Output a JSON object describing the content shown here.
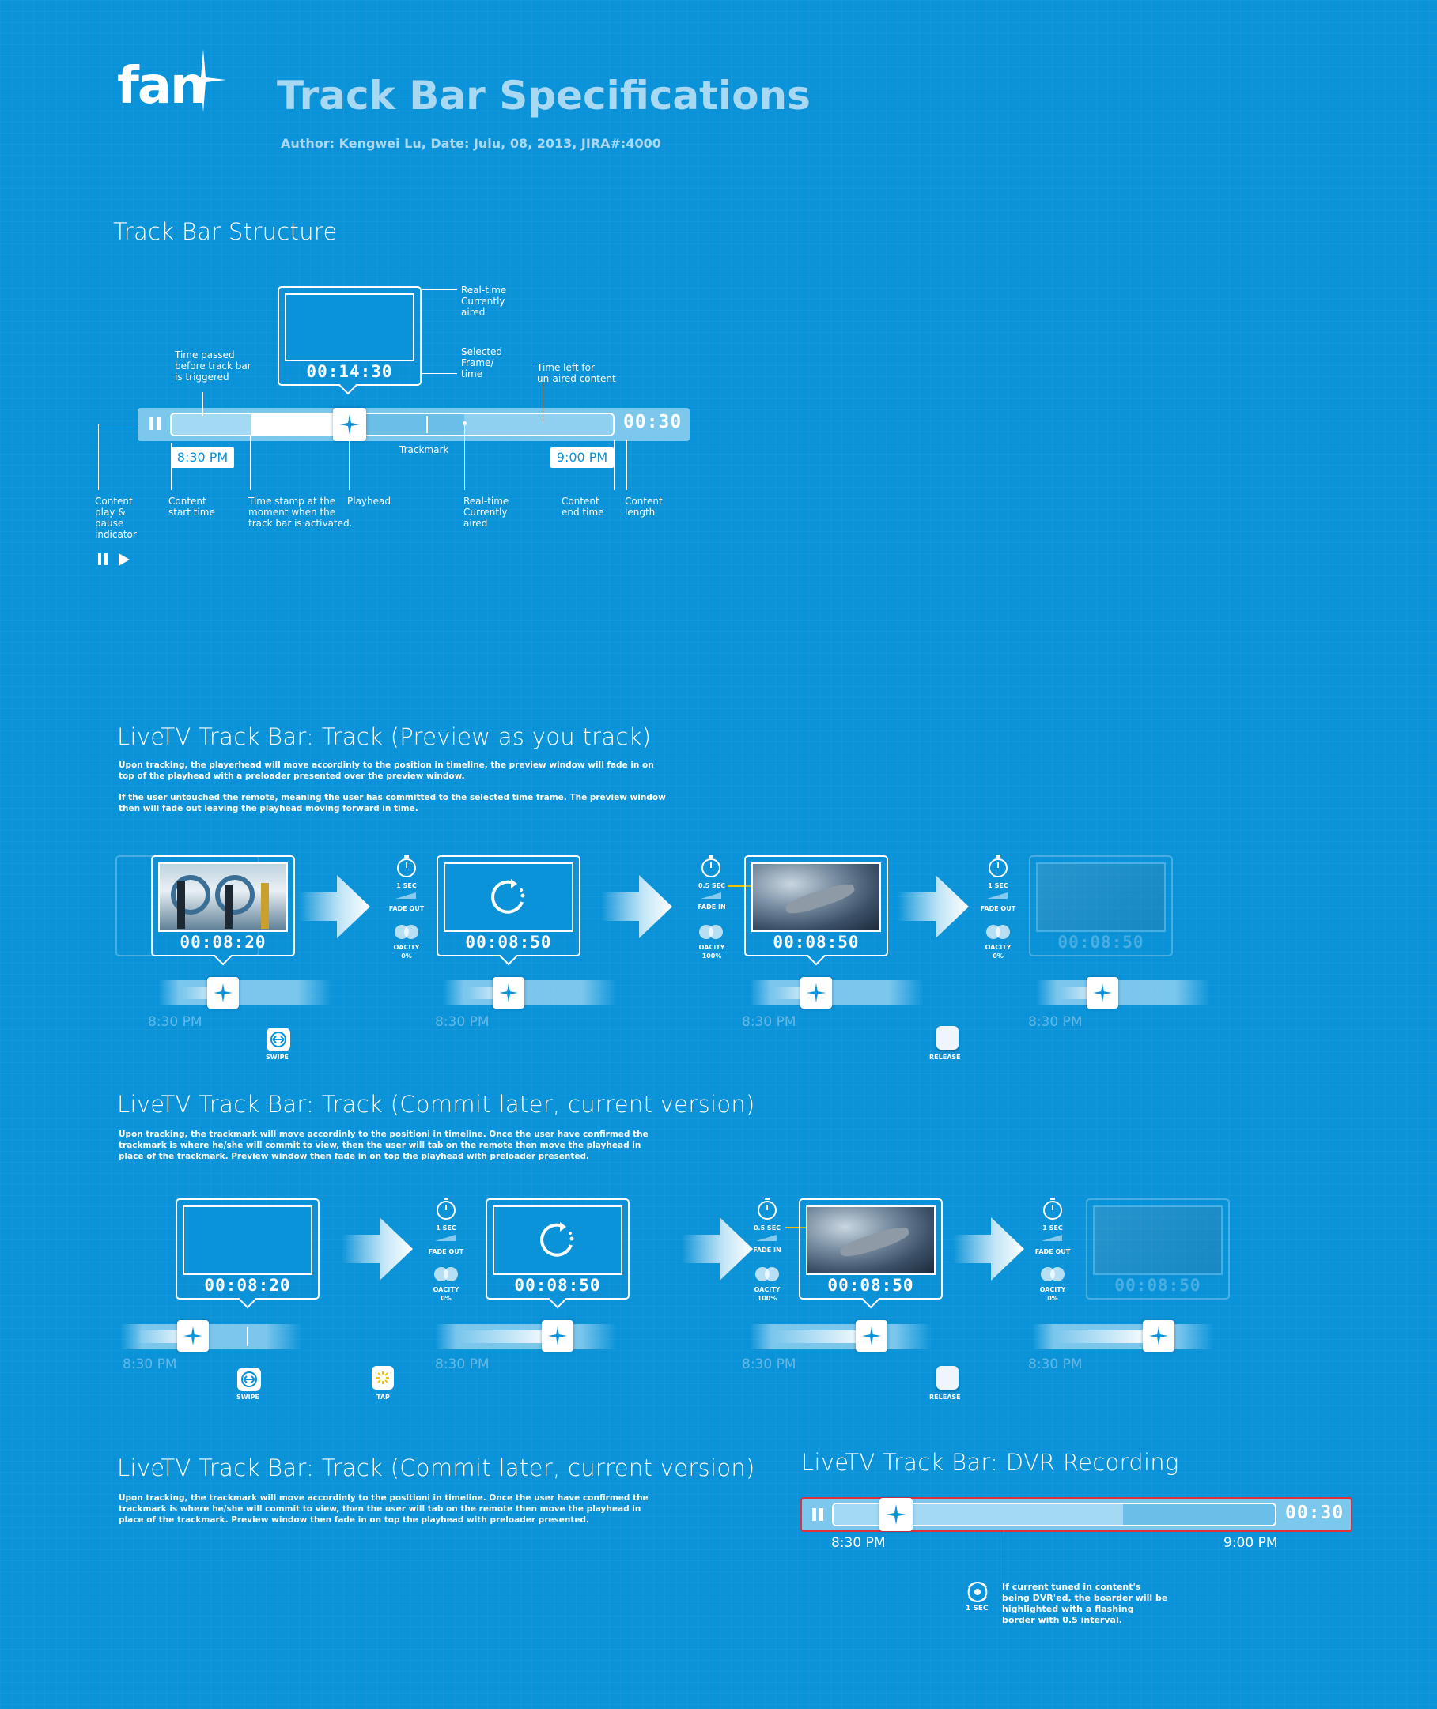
{
  "header": {
    "logo_text": "fan",
    "title": "Track Bar Specifications",
    "byline": "Author: Kengwei Lu, Date: Julu, 08, 2013, JIRA#:4000"
  },
  "structure": {
    "heading": "Track Bar Structure",
    "preview_time": "00:14:30",
    "length": "00:30",
    "start_time": "8:30 PM",
    "end_time": "9:00 PM",
    "labels": {
      "realtime_top": "Real-time\nCurrently\naired",
      "selected_frame": "Selected\nFrame/\ntime",
      "time_passed": "Time passed\nbefore track bar\nis triggered",
      "time_left": "Time left for\nun-aired content",
      "trackmark": "Trackmark",
      "play_pause": "Content\nplay &\npause\nindicator",
      "start": "Content\nstart time",
      "timestamp": "Time stamp at the\nmoment when the\ntrack bar is activated.",
      "playhead": "Playhead",
      "realtime_bottom": "Real-time\nCurrently\naired",
      "end": "Content\nend time",
      "length": "Content\nlength"
    }
  },
  "section_preview": {
    "heading": "LiveTV Track Bar: Track (Preview as you track)",
    "paragraph1": "Upon tracking, the playerhead will move accordinly to the position in timeline, the preview window will fade in on\ntop of the playhead with a preloader presented over the preview window.",
    "paragraph2": "If the user untouched the remote, meaning the user has committed to the selected time frame. The preview window\nthen will fade out leaving the playhead moving forward in time.",
    "frames": [
      {
        "time": "00:08:20",
        "bar_time": "8:30 PM"
      },
      {
        "time": "00:08:50",
        "bar_time": "8:30 PM"
      },
      {
        "time": "00:08:50",
        "bar_time": "8:30 PM"
      },
      {
        "time": "00:08:50",
        "bar_time": "8:30 PM"
      }
    ],
    "timers": [
      {
        "duration": "1 SEC",
        "action": "FADE OUT",
        "opacity": "OACITY\n0%"
      },
      {
        "duration": "0.5 SEC",
        "action": "FADE IN",
        "opacity": "OACITY\n100%"
      },
      {
        "duration": "1 SEC",
        "action": "FADE OUT",
        "opacity": "OACITY\n0%"
      }
    ],
    "gesture_swipe": "SWIPE",
    "gesture_release": "RELEASE"
  },
  "section_commit": {
    "heading": "LiveTV Track Bar: Track (Commit later, current version)",
    "paragraph": "Upon tracking, the trackmark will move accordinly to the positioni in timeline. Once the user have confirmed the\ntrackmark is where he/she will commit to view, then the user will tab on the remote then move the playhead in\nplace of the trackmark. Preview window then fade in on top the playhead with preloader presented.",
    "frames": [
      {
        "time": "00:08:20",
        "bar_time": "8:30 PM"
      },
      {
        "time": "00:08:50",
        "bar_time": "8:30 PM"
      },
      {
        "time": "00:08:50",
        "bar_time": "8:30 PM"
      },
      {
        "time": "00:08:50",
        "bar_time": "8:30 PM"
      }
    ],
    "timers": [
      {
        "duration": "1 SEC",
        "action": "FADE OUT",
        "opacity": "OACITY\n0%"
      },
      {
        "duration": "0.5 SEC",
        "action": "FADE IN",
        "opacity": "OACITY\n100%"
      },
      {
        "duration": "1 SEC",
        "action": "FADE OUT",
        "opacity": "OACITY\n0%"
      }
    ],
    "gesture_swipe": "SWIPE",
    "gesture_tap": "TAP",
    "gesture_release": "RELEASE"
  },
  "section_commit2": {
    "heading": "LiveTV Track Bar: Track (Commit later, current version)",
    "paragraph": "Upon tracking, the trackmark will move accordinly to the positioni in timeline. Once the user have confirmed the\ntrackmark is where he/she will commit to view, then the user will tab on the remote then move the playhead in\nplace of the trackmark. Preview window then fade in on top the playhead with preloader presented."
  },
  "section_dvr": {
    "heading": "LiveTV Track Bar: DVR Recording",
    "length": "00:30",
    "start_time": "8:30 PM",
    "end_time": "9:00 PM",
    "note": "If current tuned in content's\nbeing DVR'ed, the boarder will be\nhighlighted with a flashing\nborder with 0.5 interval.",
    "interval": "1 SEC",
    "border_color": "#e0303a"
  },
  "colors": {
    "background": "#0a93d9",
    "title": "#a9d8f2",
    "accent_line": "#f2c200"
  }
}
